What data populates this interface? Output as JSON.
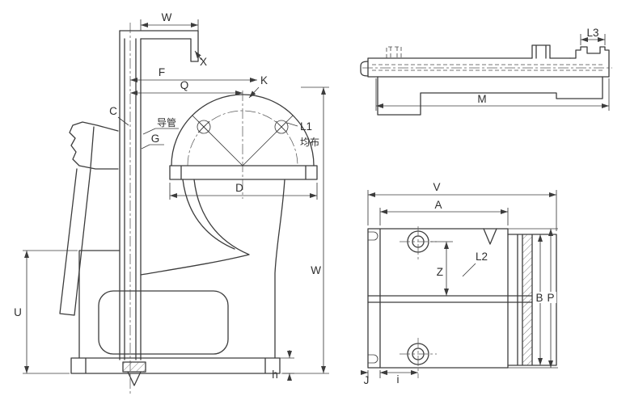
{
  "drawing": {
    "colors": {
      "line": "#3c3c3c",
      "background": "#ffffff"
    },
    "labels": {
      "main": {
        "w_top": "W",
        "x": "X",
        "f": "F",
        "q": "Q",
        "k": "K",
        "c": "C",
        "guide_tube": "导管",
        "g": "G",
        "l1": "L1",
        "evenly": "均布",
        "d": "D",
        "w_height": "W",
        "u": "U",
        "h": "h"
      },
      "top": {
        "l3": "L3",
        "m": "M"
      },
      "front": {
        "v": "V",
        "a": "A",
        "z": "Z",
        "l2": "L2",
        "b": "B",
        "p": "P",
        "j": "J",
        "i": "i"
      }
    }
  }
}
